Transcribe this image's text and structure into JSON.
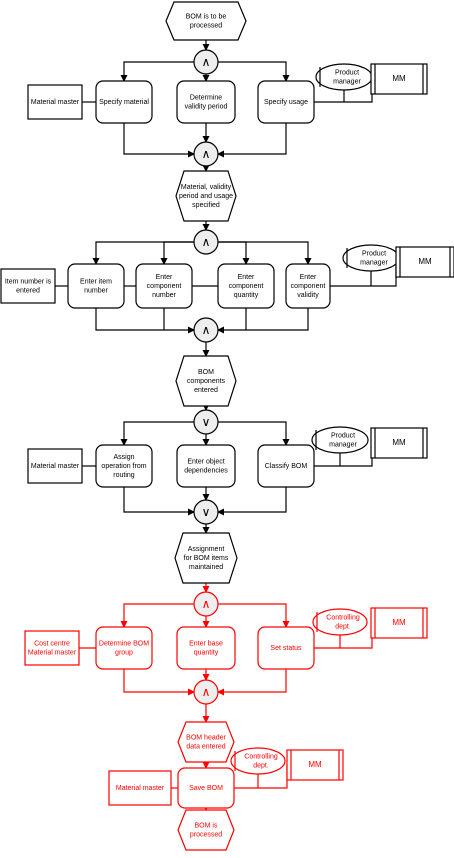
{
  "colors": {
    "black": "#000000",
    "red": "#ff0000",
    "connector_fill": "#eeeeee"
  },
  "events": [
    {
      "id": "event-bom-to-be-processed",
      "lines": [
        "BOM is to be",
        "processed"
      ],
      "color": "black"
    },
    {
      "id": "event-material-validity-usage-specified",
      "lines": [
        "Material, validity",
        "period and usage",
        "specified"
      ],
      "color": "black"
    },
    {
      "id": "event-bom-components-entered",
      "lines": [
        "BOM",
        "components",
        "entered"
      ],
      "color": "black"
    },
    {
      "id": "event-assignment-bom-items-maintained",
      "lines": [
        "Assignment",
        "for BOM items",
        "maintained"
      ],
      "color": "black"
    },
    {
      "id": "event-bom-header-data-entered",
      "lines": [
        "BOM header",
        "data entered"
      ],
      "color": "red"
    },
    {
      "id": "event-bom-is-processed",
      "lines": [
        "BOM is",
        "processed"
      ],
      "color": "red"
    }
  ],
  "functions": [
    {
      "id": "function-specify-material",
      "lines": [
        "Specify material"
      ],
      "color": "black"
    },
    {
      "id": "function-determine-validity-period",
      "lines": [
        "Determine",
        "validity period"
      ],
      "color": "black"
    },
    {
      "id": "function-specify-usage",
      "lines": [
        "Specify usage"
      ],
      "color": "black"
    },
    {
      "id": "function-enter-item-number",
      "lines": [
        "Enter item",
        "number"
      ],
      "color": "black"
    },
    {
      "id": "function-enter-component-number",
      "lines": [
        "Enter",
        "component",
        "number"
      ],
      "color": "black"
    },
    {
      "id": "function-enter-component-quantity",
      "lines": [
        "Enter",
        "component",
        "quantity"
      ],
      "color": "black"
    },
    {
      "id": "function-enter-component-validity",
      "lines": [
        "Enter",
        "component",
        "validity"
      ],
      "color": "black"
    },
    {
      "id": "function-assign-operation-from-routing",
      "lines": [
        "Assign",
        "operation from",
        "routing"
      ],
      "color": "black"
    },
    {
      "id": "function-enter-object-dependencies",
      "lines": [
        "Enter object",
        "dependencies"
      ],
      "color": "black"
    },
    {
      "id": "function-classify-bom",
      "lines": [
        "Classify BOM"
      ],
      "color": "black"
    },
    {
      "id": "function-determine-bom-group",
      "lines": [
        "Determine BOM",
        "group"
      ],
      "color": "red"
    },
    {
      "id": "function-enter-base-quantity",
      "lines": [
        "Enter base",
        "quantity"
      ],
      "color": "red"
    },
    {
      "id": "function-set-status",
      "lines": [
        "Set status"
      ],
      "color": "red"
    },
    {
      "id": "function-save-bom",
      "lines": [
        "Save BOM"
      ],
      "color": "red"
    }
  ],
  "info_objects": [
    {
      "id": "info-material-master-1",
      "lines": [
        "Material master"
      ],
      "color": "black"
    },
    {
      "id": "info-item-number-entered",
      "lines": [
        "Item number is",
        "entered"
      ],
      "color": "black"
    },
    {
      "id": "info-material-master-2",
      "lines": [
        "Material master"
      ],
      "color": "black"
    },
    {
      "id": "info-cost-centre-material-master",
      "lines": [
        "Cost centre",
        "Material master"
      ],
      "color": "red"
    },
    {
      "id": "info-material-master-3",
      "lines": [
        "Material master"
      ],
      "color": "red"
    }
  ],
  "org_units": [
    {
      "id": "org-product-manager-1",
      "lines": [
        "Product",
        "manager"
      ],
      "color": "black"
    },
    {
      "id": "org-product-manager-2",
      "lines": [
        "Product",
        "manager"
      ],
      "color": "black"
    },
    {
      "id": "org-product-manager-3",
      "lines": [
        "Product",
        "manager"
      ],
      "color": "black"
    },
    {
      "id": "org-controlling-dept-1",
      "lines": [
        "Controlling",
        "dept."
      ],
      "color": "red"
    },
    {
      "id": "org-controlling-dept-2",
      "lines": [
        "Controlling",
        "dept."
      ],
      "color": "red"
    }
  ],
  "systems": [
    {
      "id": "system-mm-1",
      "label": "MM",
      "color": "black"
    },
    {
      "id": "system-mm-2",
      "label": "MM",
      "color": "black"
    },
    {
      "id": "system-mm-3",
      "label": "MM",
      "color": "black"
    },
    {
      "id": "system-mm-4",
      "label": "MM",
      "color": "red"
    },
    {
      "id": "system-mm-5",
      "label": "MM",
      "color": "red"
    }
  ],
  "connectors": [
    {
      "id": "connector-and-split-1",
      "symbol": "∧",
      "color": "black"
    },
    {
      "id": "connector-and-join-1",
      "symbol": "∧",
      "color": "black"
    },
    {
      "id": "connector-and-split-2",
      "symbol": "∧",
      "color": "black"
    },
    {
      "id": "connector-and-join-2",
      "symbol": "∧",
      "color": "black"
    },
    {
      "id": "connector-or-split-3",
      "symbol": "∨",
      "color": "black"
    },
    {
      "id": "connector-or-join-3",
      "symbol": "∨",
      "color": "black"
    },
    {
      "id": "connector-and-split-4",
      "symbol": "∧",
      "color": "red"
    },
    {
      "id": "connector-and-join-4",
      "symbol": "∧",
      "color": "red"
    }
  ]
}
